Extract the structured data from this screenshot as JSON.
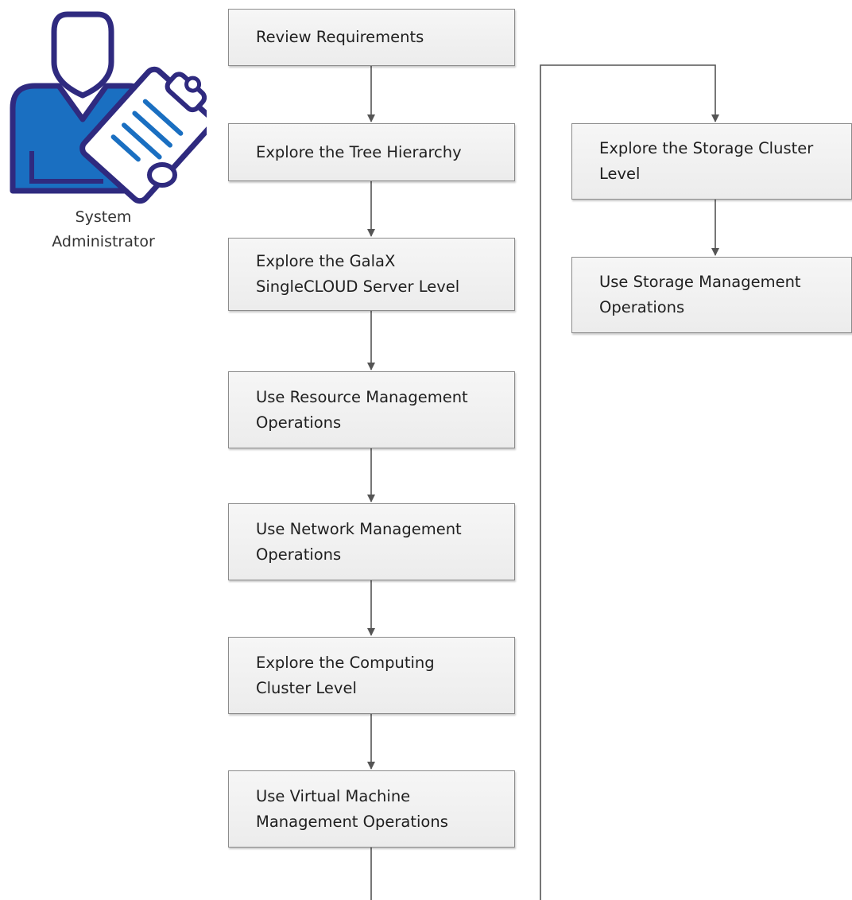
{
  "actor": {
    "label": "System\nAdministrator",
    "icon": "system-administrator-icon"
  },
  "colors": {
    "icon_outline": "#2f2a7f",
    "icon_fill": "#1a6fc1",
    "box_border": "#8c8c8c",
    "connector": "#555555"
  },
  "steps": [
    {
      "id": "review-requirements",
      "label": "Review Requirements"
    },
    {
      "id": "explore-tree-hierarchy",
      "label": "Explore the Tree Hierarchy"
    },
    {
      "id": "explore-galax-server-level",
      "label": "Explore the GalaX\nSingleCLOUD Server Level"
    },
    {
      "id": "resource-management",
      "label": "Use Resource Management\nOperations"
    },
    {
      "id": "network-management",
      "label": "Use Network Management\nOperations"
    },
    {
      "id": "computing-cluster-level",
      "label": "Explore the Computing\nCluster Level"
    },
    {
      "id": "virtual-machine-management",
      "label": "Use Virtual Machine\nManagement Operations"
    },
    {
      "id": "storage-cluster-level",
      "label": "Explore the Storage Cluster\nLevel"
    },
    {
      "id": "storage-management",
      "label": "Use Storage Management\nOperations"
    }
  ]
}
